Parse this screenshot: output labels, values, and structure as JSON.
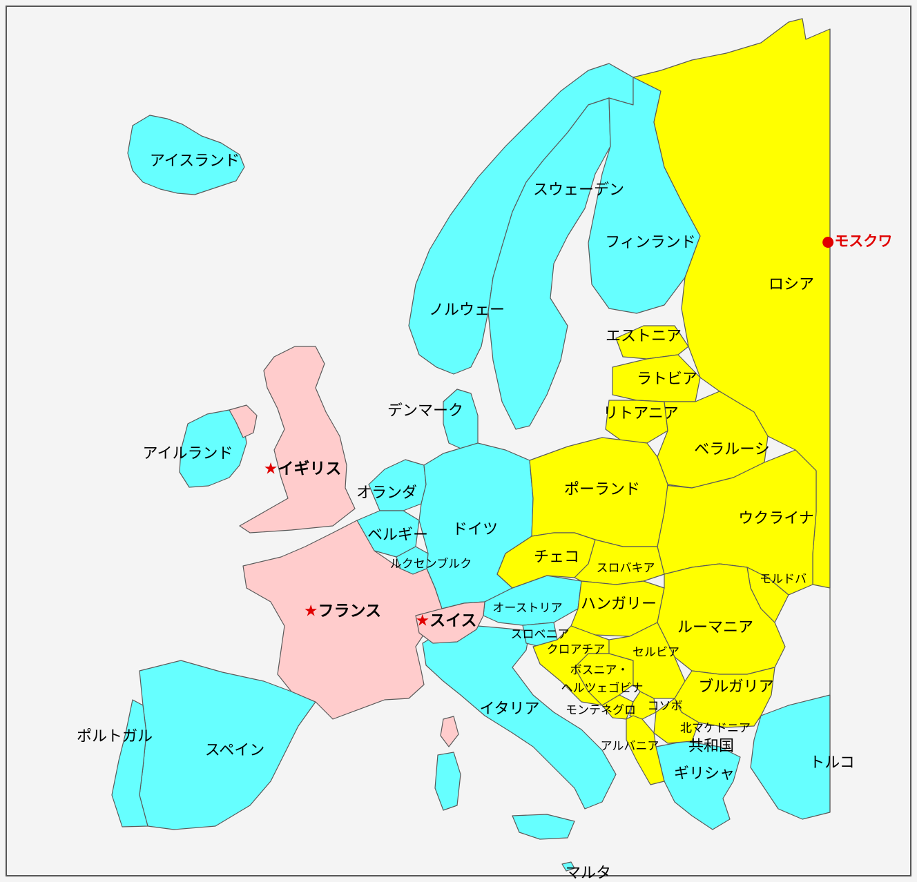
{
  "map": {
    "colors": {
      "background": "#f4f4f4",
      "visited_country": "#ffcccc",
      "other_europe": "#66ffff",
      "eastern_europe": "#ffff00",
      "border": "#5a5a5a",
      "marker": "#e00000"
    },
    "star_glyph": "★",
    "capital_glyph": "●",
    "starred_countries": [
      {
        "id": "uk",
        "label": "イギリス"
      },
      {
        "id": "france",
        "label": "フランス"
      },
      {
        "id": "switzerland",
        "label": "スイス"
      }
    ],
    "capital": {
      "label": "モスクワ"
    },
    "countries": {
      "iceland": "アイスランド",
      "ireland": "アイルランド",
      "norway": "ノルウェー",
      "sweden": "スウェーデン",
      "finland": "フィンランド",
      "russia": "ロシア",
      "estonia": "エストニア",
      "latvia": "ラトビア",
      "lithuania": "リトアニア",
      "belarus": "ベラルーシ",
      "ukraine": "ウクライナ",
      "moldova": "モルドバ",
      "denmark": "デンマーク",
      "netherlands": "オランダ",
      "belgium": "ベルギー",
      "luxembourg": "ルクセンブルク",
      "germany": "ドイツ",
      "poland": "ポーランド",
      "czech": "チェコ",
      "slovakia": "スロバキア",
      "austria": "オーストリア",
      "hungary": "ハンガリー",
      "romania": "ルーマニア",
      "slovenia": "スロベニア",
      "croatia": "クロアチア",
      "serbia": "セルビア",
      "bosnia_1": "ボスニア・",
      "bosnia_2": "ヘルツェゴビナ",
      "bulgaria": "ブルガリア",
      "montenegro": "モンテネグロ",
      "kosovo": "コソボ",
      "north_macedonia_1": "北マケドニア",
      "north_macedonia_2": "共和国",
      "albania": "アルバニア",
      "greece": "ギリシャ",
      "turkey": "トルコ",
      "italy": "イタリア",
      "spain": "スペイン",
      "portugal": "ポルトガル",
      "malta": "マルタ"
    }
  }
}
